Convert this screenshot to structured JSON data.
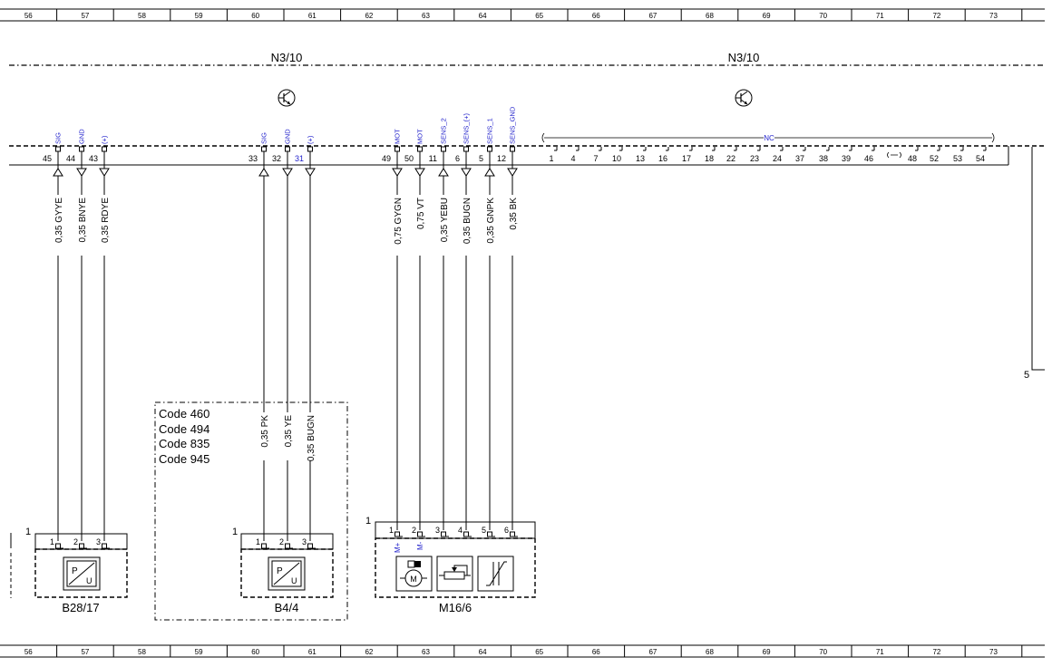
{
  "grid_labels": [
    "56",
    "57",
    "58",
    "59",
    "60",
    "61",
    "62",
    "63",
    "64",
    "65",
    "66",
    "67",
    "68",
    "69",
    "70",
    "71",
    "72",
    "73"
  ],
  "module": {
    "left_label": "N3/10",
    "right_label": "N3/10",
    "nc_label": "NC",
    "right_edge_pin": "5"
  },
  "connector_pins": [
    {
      "pin": "45",
      "signal": "SIG"
    },
    {
      "pin": "44",
      "signal": "GND"
    },
    {
      "pin": "43",
      "signal": "(+)"
    },
    {
      "pin": "33",
      "signal": "SIG"
    },
    {
      "pin": "32",
      "signal": "GND"
    },
    {
      "pin": "31",
      "signal": "(+)"
    },
    {
      "pin": "49",
      "signal": "MOT"
    },
    {
      "pin": "50",
      "signal": "MOT"
    },
    {
      "pin": "11",
      "signal": "SENS_2"
    },
    {
      "pin": "6",
      "signal": "SENS_(+)"
    },
    {
      "pin": "5",
      "signal": "SENS_1"
    },
    {
      "pin": "12",
      "signal": "SENS_GND"
    }
  ],
  "nc_pins": [
    "1",
    "4",
    "7",
    "10",
    "13",
    "16",
    "17",
    "18",
    "22",
    "23",
    "24",
    "37",
    "38",
    "39",
    "46",
    "48",
    "52",
    "53",
    "54"
  ],
  "wires_top": [
    "0,35 GYYE",
    "0,35 BNYE",
    "0,35 RDYE",
    "0,75 GYGN",
    "0,75 VT",
    "0,35 YEBU",
    "0,35 BUGN",
    "0,35 GNPK",
    "0,35 BK"
  ],
  "wires_b44": [
    "0,35 PK",
    "0,35 YE",
    "0,35 BUGN"
  ],
  "codes": [
    "Code 460",
    "Code 494",
    "Code 835",
    "Code 945"
  ],
  "components": [
    {
      "id": "B28/17",
      "connector": "1",
      "pins": [
        "1",
        "2",
        "3"
      ],
      "symbol": "P/U"
    },
    {
      "id": "B4/4",
      "connector": "1",
      "pins": [
        "1",
        "2",
        "3"
      ],
      "symbol": "P/U"
    },
    {
      "id": "M16/6",
      "connector": "1",
      "pins": [
        "1",
        "2",
        "3",
        "4",
        "5",
        "6"
      ],
      "pin_labels": [
        "M+",
        "M-"
      ]
    }
  ]
}
